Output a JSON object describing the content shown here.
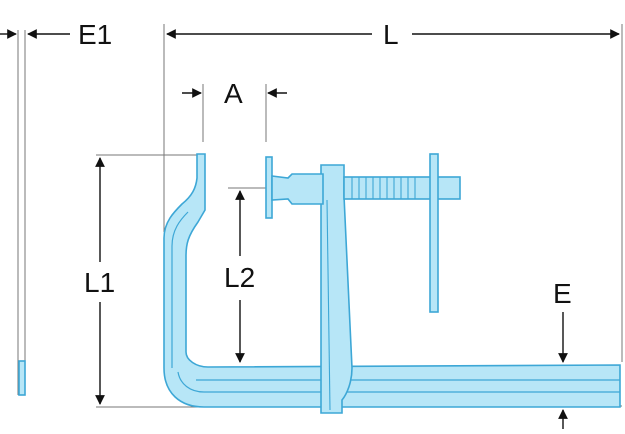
{
  "diagram": {
    "kind": "technical-drawing",
    "subject": "F-clamp",
    "colors": {
      "fill": "#b7e6f7",
      "outline": "#3da7d6",
      "dimension": "#222222",
      "background": "#ffffff"
    },
    "labels": {
      "e1": "E1",
      "l": "L",
      "a": "A",
      "l1": "L1",
      "l2": "L2",
      "e": "E"
    }
  }
}
